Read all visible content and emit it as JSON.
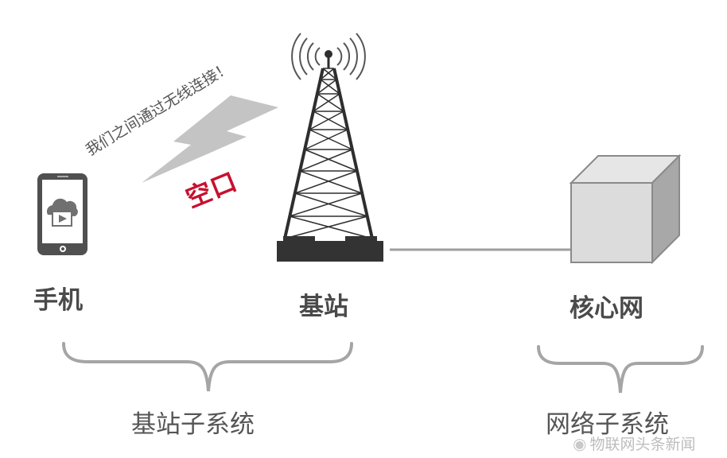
{
  "labels": {
    "phone": "手机",
    "base_station": "基站",
    "core_network": "核心网",
    "base_station_subsystem": "基站子系统",
    "network_subsystem": "网络子系统",
    "air_interface": "空口",
    "wireless_note": "我们之间通过无线连接！"
  },
  "watermark": {
    "icon": "weibo-icon",
    "text": "物联网头条新闻"
  },
  "colors": {
    "accent_red": "#c8102e",
    "dark_gray": "#3a3a3a",
    "line_gray": "#9e9e9e",
    "bolt_gray": "#c4c4c4"
  }
}
